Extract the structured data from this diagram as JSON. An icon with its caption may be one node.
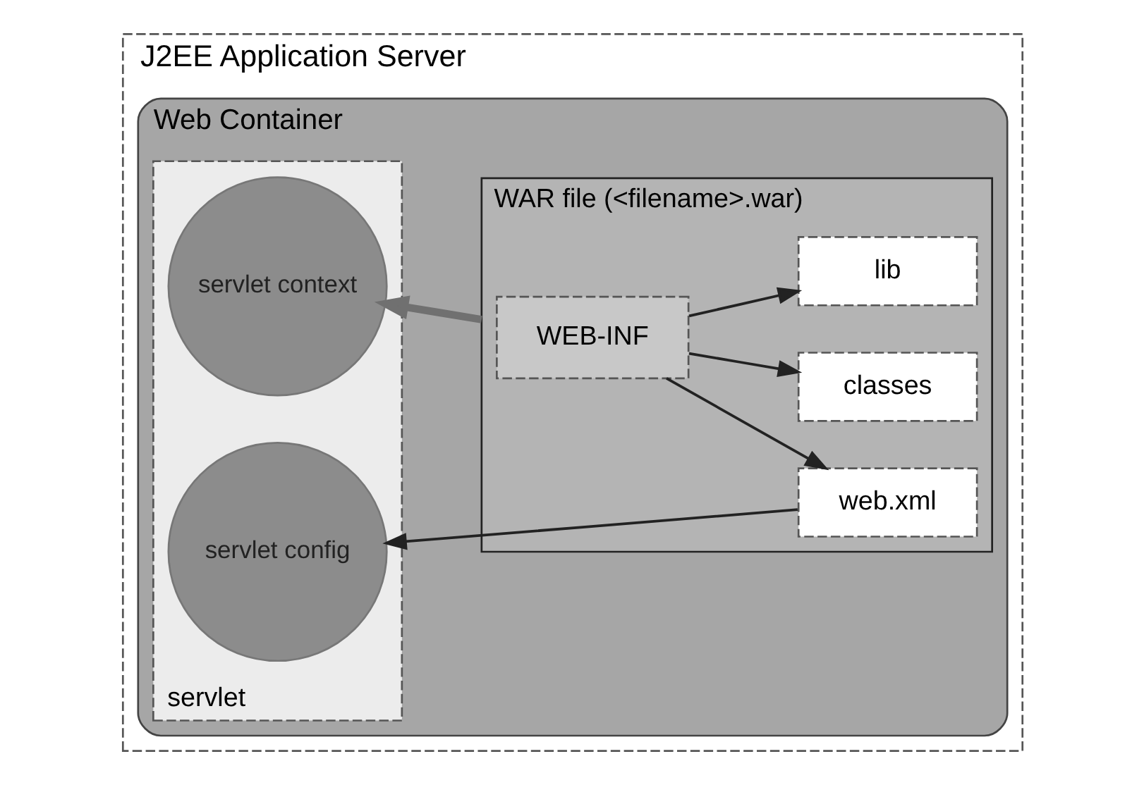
{
  "diagram": {
    "nodes": [
      {
        "text": [
          "J2EE Application Server"
        ]
      },
      {
        "text": [
          "Web Container"
        ],
        "in": 0
      },
      {
        "text": [
          "servlet"
        ],
        "in": 1
      },
      {
        "text": [
          "servlet context"
        ],
        "in": 2
      },
      {
        "text": [
          "servlet config"
        ],
        "in": 2
      },
      {
        "text": [
          "WAR file (<filename>.war)"
        ],
        "in": 1
      },
      {
        "text": [
          "WEB-INF"
        ],
        "in": 5
      },
      {
        "text": [
          "lib"
        ],
        "in": 5
      },
      {
        "text": [
          "classes"
        ],
        "in": 5
      },
      {
        "text": [
          "web.xml"
        ],
        "in": 5
      }
    ],
    "edges": [
      {
        "from": 5,
        "to": 3,
        "arrow": "to",
        "style": "thick",
        "color": "#707070"
      },
      {
        "from": 6,
        "to": 7,
        "arrow": "to"
      },
      {
        "from": 6,
        "to": 8,
        "arrow": "to"
      },
      {
        "from": 6,
        "to": 9,
        "arrow": "to"
      },
      {
        "from": 9,
        "to": 4,
        "arrow": "to"
      }
    ]
  }
}
